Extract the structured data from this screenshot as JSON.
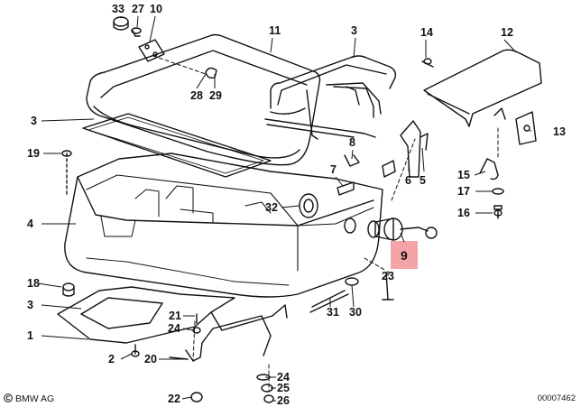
{
  "diagram": {
    "brand": "BMW AG",
    "document_number": "00007462",
    "highlighted_part": "9",
    "highlight_color": "#f4a3a8",
    "callouts": [
      "33",
      "27",
      "10",
      "11",
      "3",
      "14",
      "12",
      "28",
      "29",
      "3",
      "13",
      "19",
      "8",
      "6",
      "5",
      "15",
      "17",
      "4",
      "32",
      "9",
      "16",
      "23",
      "18",
      "3",
      "31",
      "30",
      "1",
      "21",
      "24",
      "2",
      "20",
      "24",
      "25",
      "22",
      "26",
      "7"
    ]
  }
}
